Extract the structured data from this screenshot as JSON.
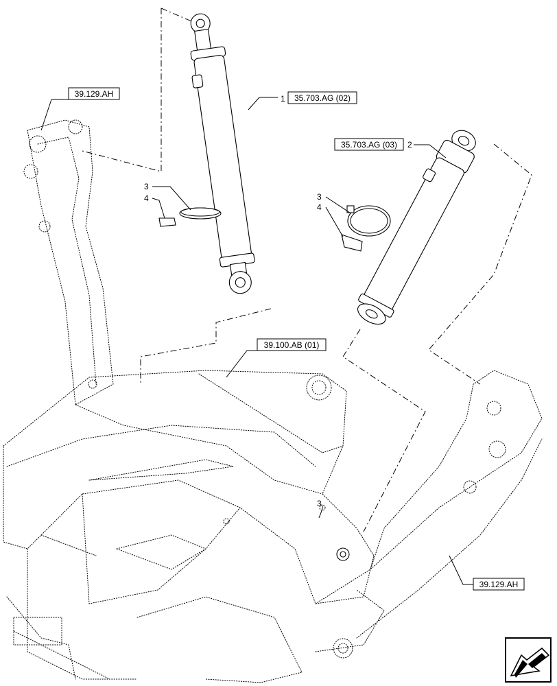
{
  "callouts": [
    {
      "id": "ref-39-129-ah-top",
      "text": "39.129.AH"
    },
    {
      "id": "ref-35-703-ag-02",
      "text": "35.703.AG (02)"
    },
    {
      "id": "ref-35-703-ag-03",
      "text": "35.703.AG (03)"
    },
    {
      "id": "ref-39-100-ab-01",
      "text": "39.100.AB (01)"
    },
    {
      "id": "ref-39-129-ah-bottom",
      "text": "39.129.AH"
    }
  ],
  "item_numbers": {
    "cyl_left": "1",
    "cyl_right": "2",
    "ring_left": "3",
    "clip_left": "4",
    "ring_right": "3",
    "clip_right": "4",
    "frame": "3"
  },
  "nav_icon": "arrow-icon"
}
